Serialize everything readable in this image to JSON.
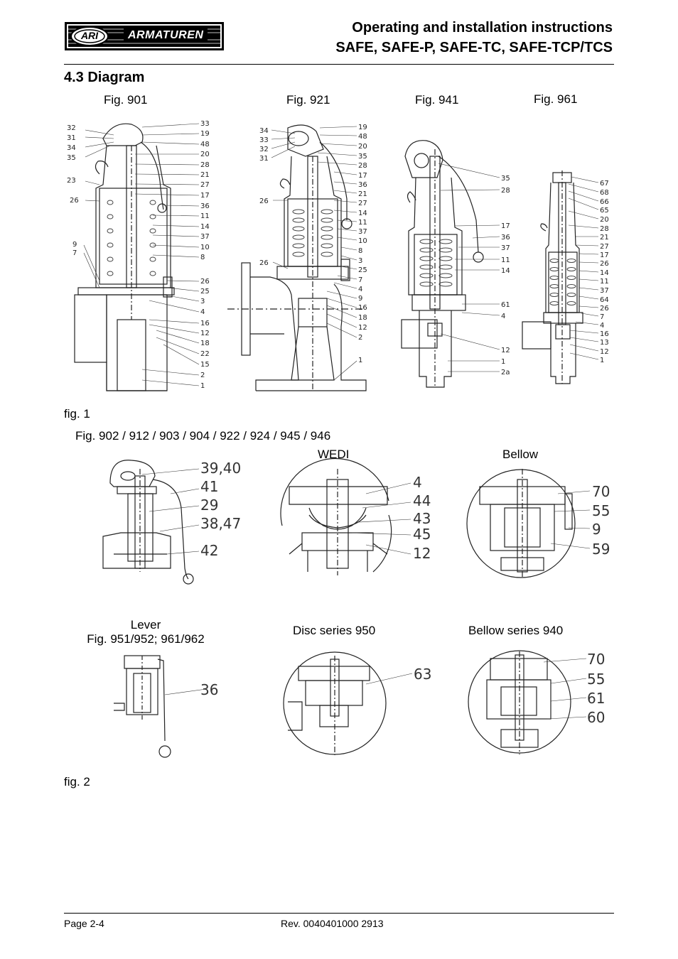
{
  "header": {
    "logo_left": "ARI",
    "logo_right": "ARMATUREN",
    "title_line1": "Operating and installation instructions",
    "title_line2": "SAFE, SAFE-P, SAFE-TC, SAFE-TCP/TCS"
  },
  "section_title": "4.3  Diagram",
  "fig1": {
    "captions": [
      "Fig. 901",
      "Fig. 921",
      "Fig. 941",
      "Fig. 961"
    ],
    "label": "fig. 1",
    "fig901": {
      "left": [
        "32",
        "31",
        "34",
        "35",
        "23",
        "26",
        "9",
        "7"
      ],
      "right": [
        "33",
        "19",
        "48",
        "20",
        "28",
        "21",
        "27",
        "17",
        "36",
        "11",
        "14",
        "37",
        "10",
        "8",
        "26",
        "25",
        "3",
        "4",
        "16",
        "12",
        "18",
        "22",
        "15",
        "2",
        "1"
      ]
    },
    "fig921": {
      "left": [
        "34",
        "33",
        "32",
        "31",
        "26",
        "26"
      ],
      "right": [
        "19",
        "48",
        "20",
        "35",
        "28",
        "17",
        "36",
        "21",
        "27",
        "14",
        "11",
        "37",
        "10",
        "8",
        "3",
        "25",
        "7",
        "4",
        "9",
        "16",
        "18",
        "12",
        "2",
        "1"
      ]
    },
    "fig941": {
      "right": [
        "35",
        "28",
        "17",
        "36",
        "37",
        "11",
        "14",
        "61",
        "4",
        "12",
        "1",
        "2a"
      ]
    },
    "fig961": {
      "right": [
        "67",
        "68",
        "66",
        "65",
        "20",
        "28",
        "21",
        "27",
        "17",
        "26",
        "14",
        "11",
        "37",
        "64",
        "26",
        "7",
        "4",
        "16",
        "13",
        "12",
        "1"
      ]
    }
  },
  "fig2": {
    "label": "fig. 2",
    "row1_caption": "Fig. 902 / 912 / 903 / 904 / 922 / 924 / 945 / 946",
    "wedi_caption": "WEDI",
    "bellow_caption": "Bellow",
    "lever_caption_line1": "Lever",
    "lever_caption_line2": "Fig. 951/952; 961/962",
    "disc_caption": "Disc series 950",
    "bellow940_caption": "Bellow series 940",
    "detail_lever_parts": [
      "39,40",
      "41",
      "29",
      "38,47",
      "42"
    ],
    "wedi_parts": [
      "4",
      "44",
      "43",
      "45",
      "12"
    ],
    "bellow_parts": [
      "70",
      "55",
      "9",
      "59"
    ],
    "lever951_parts": [
      "36"
    ],
    "disc_parts": [
      "63"
    ],
    "bellow940_parts": [
      "70",
      "55",
      "61",
      "60"
    ]
  },
  "footer": {
    "page": "Page 2-4",
    "rev": "Rev. 0040401000 2913"
  }
}
